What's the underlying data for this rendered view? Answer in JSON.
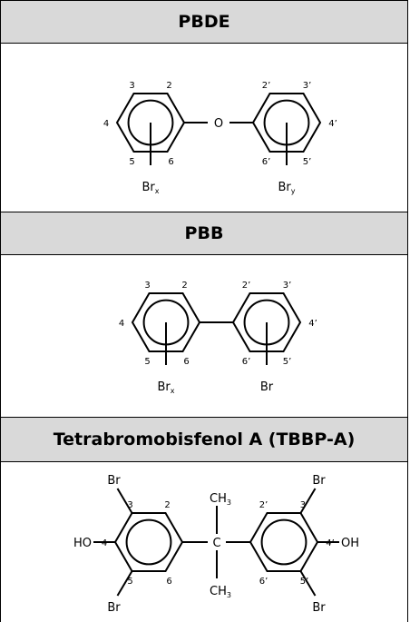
{
  "sections": [
    {
      "title": "PBDE",
      "left_ring_positions": [
        "3",
        "2",
        "4",
        "5",
        "6"
      ],
      "right_ring_positions": [
        "2’",
        "3’",
        "4’",
        "6’",
        "5’"
      ],
      "bridge_atom": "O",
      "left_substituent": {
        "symbol": "Br",
        "subscript": "x"
      },
      "right_substituent": {
        "symbol": "Br",
        "subscript": "y"
      }
    },
    {
      "title": "PBB",
      "left_ring_positions": [
        "3",
        "2",
        "4",
        "5",
        "6"
      ],
      "right_ring_positions": [
        "2’",
        "3’",
        "4’",
        "6’",
        "5’"
      ],
      "left_substituent": {
        "symbol": "Br",
        "subscript": "x"
      },
      "right_substituent": {
        "symbol": "Br"
      }
    },
    {
      "title": "Tetrabromobisfenol A (TBBP-A)",
      "left_ring_positions": [
        "3",
        "2",
        "4",
        "5",
        "6"
      ],
      "right_ring_positions": [
        "2’",
        "3’",
        "4’",
        "6’",
        "5’"
      ],
      "center_atom": "C",
      "methyl_group": {
        "symbol": "CH",
        "subscript": "3"
      },
      "hydroxyl_left": "HO",
      "hydroxyl_right": "OH",
      "bromine": "Br"
    }
  ]
}
